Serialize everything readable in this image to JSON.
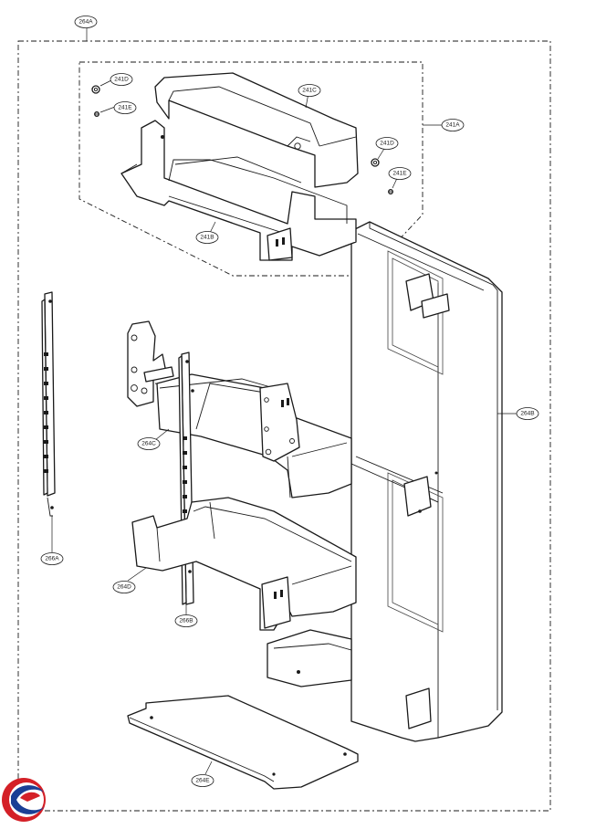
{
  "diagram": {
    "callouts": {
      "c264A": "264A",
      "c241D_1": "241D",
      "c241E_1": "241E",
      "c241C": "241C",
      "c241A": "241A",
      "c241D_2": "241D",
      "c241E_2": "241E",
      "c241B": "241B",
      "c264B": "264B",
      "c264C": "264C",
      "c266A": "266A",
      "c264D": "264D",
      "c266B": "266B",
      "c264E": "264E"
    }
  },
  "logo": {
    "colors": {
      "red": "#d42027",
      "blue": "#1b3f95"
    }
  }
}
